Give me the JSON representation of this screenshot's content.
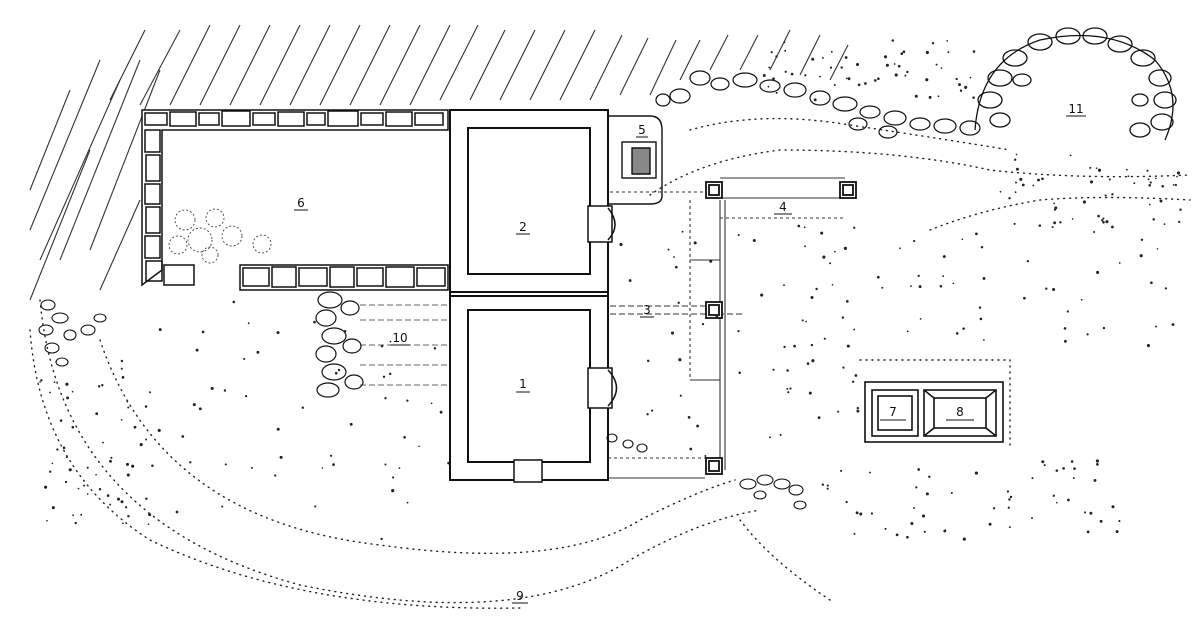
{
  "labels": {
    "house_room_1": "1",
    "house_room_2": "2",
    "veranda": "3",
    "pergola": "4",
    "oven": "5",
    "walled_yard": "6",
    "outbuilding_small": "7",
    "outbuilding_large": "8",
    "perimeter_path": "9",
    "terrace": "10",
    "stone_enclosure": "11"
  },
  "colors": {
    "ink": "#111111",
    "paper": "#ffffff",
    "dots": "#222222"
  }
}
